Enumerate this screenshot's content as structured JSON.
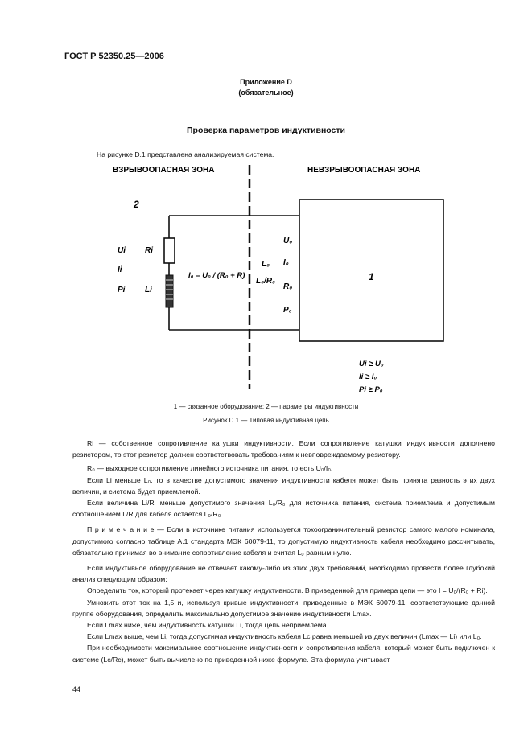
{
  "header": {
    "doc_id": "ГОСТ Р 52350.25—2006"
  },
  "annex": {
    "title": "Приложение D",
    "status": "(обязательное)"
  },
  "section_title": "Проверка параметров индуктивности",
  "intro": "На рисунке D.1 представлена анализируемая система.",
  "figure": {
    "zone_hazardous": "ВЗРЫВООПАСНАЯ ЗОНА",
    "zone_safe": "НЕВЗРЫВООПАСНАЯ ЗОНА",
    "label_2": "2",
    "label_1": "1",
    "left_params": [
      "Ui",
      "Ii",
      "Pi"
    ],
    "left_components": [
      "Ri",
      "Li"
    ],
    "formula": "I₀ = U₀ / (R₀ + R)",
    "mid_params": [
      "L₀",
      "L₀/R₀"
    ],
    "right_params": [
      "U₀",
      "I₀",
      "R₀",
      "P₀"
    ],
    "conditions": [
      "Ui ≥ U₀",
      "Ii ≥ I₀",
      "Pi ≥ P₀"
    ]
  },
  "figure_legend": "1 — связанное оборудование; 2 — параметры индуктивности",
  "figure_caption": "Рисунок D.1 — Типовая индуктивная цепь",
  "paragraphs": [
    "Ri — собственное сопротивление катушки индуктивности. Если сопротивление катушки индуктивности дополнено резистором, то этот резистор должен соответствовать требованиям к невповреждаемому резистору.",
    "R₀ — выходное сопротивление линейного источника питания, то есть U₀/I₀.",
    "Если Li меньше L₀, то в качестве допустимого значения индуктивности кабеля может быть принята разность этих двух величин, и система будет приемлемой.",
    "Если величина Li/Ri меньше допустимого значения L₀/R₀ для источника питания, система приемлема и допустимым соотношением L/R для кабеля остается L₀/R₀.",
    "П р и м е ч а н и е — Если в источнике питания используется токоограничительный резистор самого малого номинала, допустимого согласно таблице А.1 стандарта МЭК 60079-11, то допустимую индуктивность кабеля необходимо рассчитывать, обязательно принимая во внимание сопротивление кабеля и считая L₀ равным нулю.",
    "Если индуктивное оборудование не отвечает какому-либо из этих двух требований, необходимо провести более глубокий анализ следующим образом:",
    "Определить ток, который протекает через катушку индуктивности. В приведенной для примера цепи — это I = U₀/(R₀ + Ri).",
    "Умножить этот ток на 1,5 и, используя кривые индуктивности, приведенные в МЭК 60079-11, соответствующие данной группе оборудования, определить максимально допустимое значение индуктивности Lmax.",
    "Если Lmax ниже, чем индуктивность катушки Li, тогда цепь неприемлема.",
    "Если Lmax выше, чем Li, тогда допустимая индуктивность кабеля Lc равна меньшей из двух величин (Lmax — Li) или L₀.",
    "При необходимости максимальное соотношение индуктивности и сопротивления кабеля, который может быть подключен к системе (Lc/Rc), может быть вычислено по приведенной ниже формуле. Эта формула учитывает"
  ],
  "page_number": "44"
}
